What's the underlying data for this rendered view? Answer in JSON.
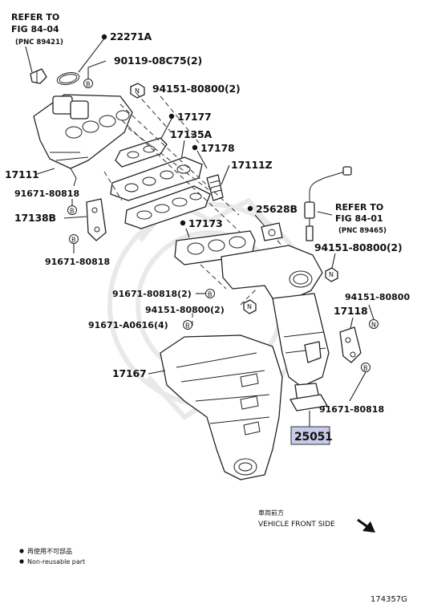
{
  "refs": {
    "top": {
      "line1": "REFER TO",
      "line2": "FIG 84-04",
      "line3": "(PNC 89421)"
    },
    "right": {
      "line1": "REFER TO",
      "line2": "FIG 84-01",
      "line3": "(PNC 89465)"
    }
  },
  "labels": {
    "p22271A": "22271A",
    "p90119": "90119-08C75(2)",
    "p94151_top": "94151-80800(2)",
    "p17177": "17177",
    "p17135A": "17135A",
    "p17178": "17178",
    "p17111": "17111",
    "p17111Z": "17111Z",
    "p91671_a": "91671-80818",
    "p17138B": "17138B",
    "p91671_b": "91671-80818",
    "p25628B": "25628B",
    "p17173": "17173",
    "p94151_mid": "94151-80800(2)",
    "p91671_2": "91671-80818(2)",
    "p94151_low": "94151-80800(2)",
    "p94151_right": "94151-80800",
    "p17118": "17118",
    "p91671_A0616": "91671-A0616(4)",
    "p17167": "17167",
    "p91671_c": "91671-80818",
    "p25051": "25051"
  },
  "badges": {
    "b": "B",
    "n": "N"
  },
  "direction": {
    "jp": "車両前方",
    "en": "VEHICLE FRONT SIDE"
  },
  "legend": {
    "jp": "再使用不可部品",
    "en": "Non-reusable part"
  },
  "figure_code": "174357G",
  "colors": {
    "highlight": "#c7cbe8",
    "ink": "#111111",
    "watermark": "#e9e9e9"
  }
}
